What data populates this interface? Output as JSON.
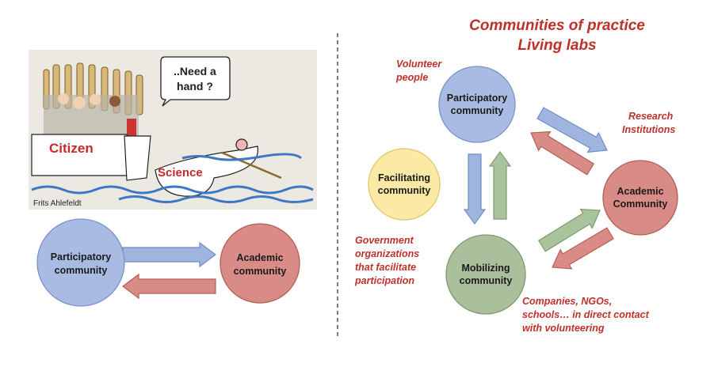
{
  "colors": {
    "participatory": "#a9bbe3",
    "academic": "#d98c87",
    "facilitating": "#fde9a6",
    "mobilizing": "#aabf9c",
    "annotation": "#c0302a",
    "blue_arrow": "#9fb5e0",
    "red_arrow": "#d98c87",
    "green_arrow": "#a9c49c"
  },
  "left": {
    "cartoon": {
      "speech": [
        "..Need a",
        "hand ?"
      ],
      "boat_left": "Citizen",
      "boat_right": "Science",
      "credit": "Frits Ahlefeldt"
    },
    "participatory": [
      "Participatory",
      "community"
    ],
    "academic": [
      "Academic",
      "community"
    ]
  },
  "right": {
    "title": [
      "Communities of practice",
      "Living labs"
    ],
    "participatory": [
      "Participatory",
      "community"
    ],
    "facilitating": [
      "Facilitating",
      "community"
    ],
    "academic": [
      "Academic",
      "Community"
    ],
    "mobilizing": [
      "Mobilizing",
      "community"
    ],
    "notes": {
      "volunteer": [
        "Volunteer",
        "people"
      ],
      "research": [
        "Research",
        "Institutions"
      ],
      "government": [
        "Government",
        "organizations",
        "that facilitate",
        "participation"
      ],
      "companies": [
        "Companies, NGOs,",
        "schools… in direct contact",
        "with volunteering"
      ]
    }
  }
}
